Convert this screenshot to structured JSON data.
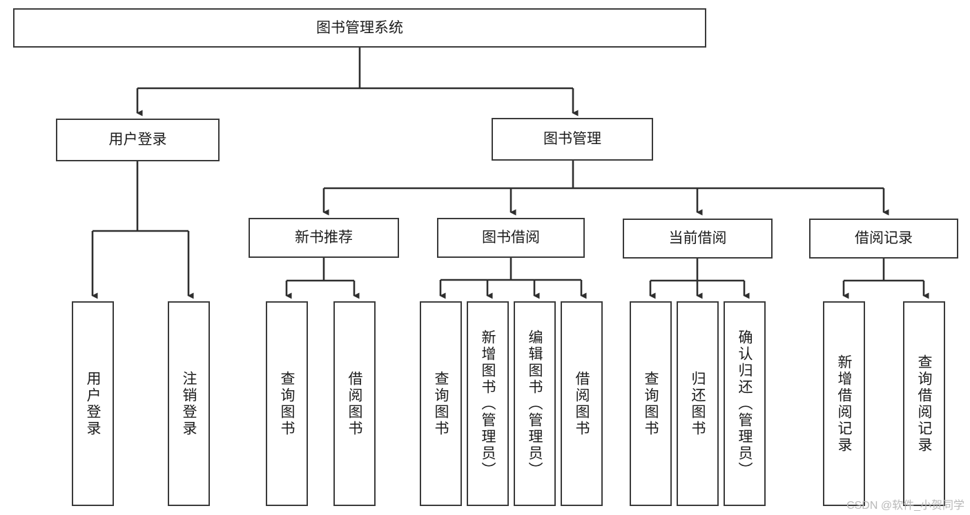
{
  "diagram": {
    "title": "图书管理系统",
    "watermark": "CSDN @软件_小贺同学",
    "style": {
      "border_color": "#3a3a3a",
      "text_color": "#1b1b1b",
      "background": "#ffffff",
      "watermark_color": "#b8b8b8"
    },
    "levels": {
      "root": {
        "label": "图书管理系统"
      },
      "level2": [
        {
          "label": "用户登录"
        },
        {
          "label": "图书管理"
        }
      ],
      "level3": [
        {
          "label": "新书推荐"
        },
        {
          "label": "图书借阅"
        },
        {
          "label": "当前借阅"
        },
        {
          "label": "借阅记录"
        }
      ],
      "leaves": {
        "user_login": [
          {
            "label": "用户登录"
          },
          {
            "label": "注销登录"
          }
        ],
        "new_book_recommend": [
          {
            "label": "查询图书"
          },
          {
            "label": "借阅图书"
          }
        ],
        "book_borrow": [
          {
            "label": "查询图书"
          },
          {
            "label": "新增图书（管理员）"
          },
          {
            "label": "编辑图书（管理员）"
          },
          {
            "label": "借阅图书"
          }
        ],
        "current_borrow": [
          {
            "label": "查询图书"
          },
          {
            "label": "归还图书"
          },
          {
            "label": "确认归还（管理员）"
          }
        ],
        "borrow_record": [
          {
            "label": "新增借阅记录"
          },
          {
            "label": "查询借阅记录"
          }
        ]
      }
    }
  }
}
